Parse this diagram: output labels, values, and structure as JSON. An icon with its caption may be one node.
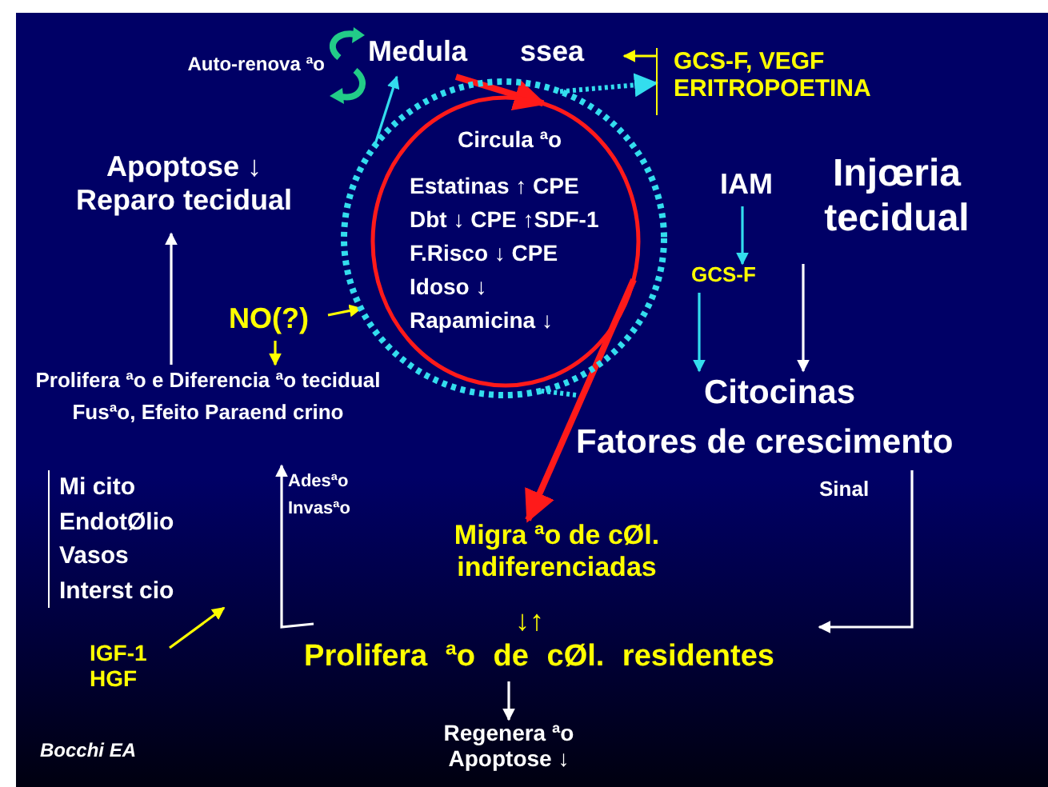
{
  "diagram": {
    "nodes": [
      {
        "text": [
          "Auto-renova ªo"
        ]
      },
      {
        "text": [
          "Medula ssea"
        ]
      },
      {
        "text": [
          "GCS-F, VEGF ERITROPOETINA"
        ]
      },
      {
        "text": [],
        "shape": "circle"
      },
      {
        "text": [
          "Circula ªo",
          "Estatinas ↑ CPE",
          "Dbt ↓ CPE ↑SDF-1",
          "F.Risco ↓ CPE",
          "Idoso ↓",
          "Rapamicina ↓"
        ],
        "in": 3
      },
      {
        "text": [
          "Apoptose ↓ Reparo tecidual"
        ]
      },
      {
        "text": [
          "IAM"
        ]
      },
      {
        "text": [
          "Injœria tecidual"
        ]
      },
      {
        "text": [
          "GCS-F"
        ]
      },
      {
        "text": [
          "NO(?)"
        ]
      },
      {
        "text": [
          "Prolifera ªo e Diferencia ªo tecidual Fusªo, Efeito Paraend crino"
        ]
      },
      {
        "text": [
          "Citocinas",
          "Fatores de crescimento"
        ]
      },
      {
        "text": [
          "Mi cito",
          "EndotØlio",
          "Vasos",
          "Interst cio"
        ]
      },
      {
        "text": [
          "Migra ªo de cØl. indiferenciadas"
        ]
      },
      {
        "text": [
          "Prolifera ªo de cØl. residentes"
        ]
      },
      {
        "text": [
          "IGF-1 HGF"
        ]
      },
      {
        "text": [
          "Regenera ªo Apoptose ↓"
        ]
      }
    ],
    "edges": [
      {
        "from": 3,
        "to": 1,
        "arrow": "to",
        "color": "#33ddee"
      },
      {
        "from": 1,
        "to": 4,
        "arrow": "to",
        "style": "thick",
        "color": "#ff1a1a"
      },
      {
        "from": 3,
        "to": 2,
        "arrow": "to",
        "style": "dashed",
        "color": "#33ddee"
      },
      {
        "from": 2,
        "to": 1,
        "arrow": "to",
        "color": "#ffff00"
      },
      {
        "from": 6,
        "to": 8,
        "arrow": "to",
        "color": "#33ddee"
      },
      {
        "from": 8,
        "to": 11,
        "arrow": "to",
        "color": "#33ddee"
      },
      {
        "from": 7,
        "to": 11,
        "arrow": "to",
        "color": "#ffffff"
      },
      {
        "from": 11,
        "to": 3,
        "arrow": "none",
        "style": "dashed",
        "color": "#33ddee"
      },
      {
        "from": 4,
        "to": 13,
        "arrow": "to",
        "style": "thick",
        "color": "#ff1a1a"
      },
      {
        "from": 9,
        "to": 3,
        "arrow": "to",
        "color": "#ffff00"
      },
      {
        "from": 9,
        "to": 10,
        "arrow": "to",
        "color": "#ffff00"
      },
      {
        "from": 10,
        "to": 5,
        "arrow": "to",
        "color": "#ffffff"
      },
      {
        "from": 14,
        "to": 10,
        "arrow": "to",
        "label": "Adesªo Invasªo",
        "color": "#ffffff"
      },
      {
        "from": 11,
        "to": 14,
        "arrow": "to",
        "label": "Sinal",
        "color": "#ffffff"
      },
      {
        "from": 15,
        "to": 12,
        "arrow": "to",
        "color": "#ffff00"
      },
      {
        "from": 14,
        "to": 16,
        "arrow": "to",
        "color": "#ffffff"
      }
    ],
    "labels": [
      "↓↑",
      "Bocchi EA"
    ]
  }
}
